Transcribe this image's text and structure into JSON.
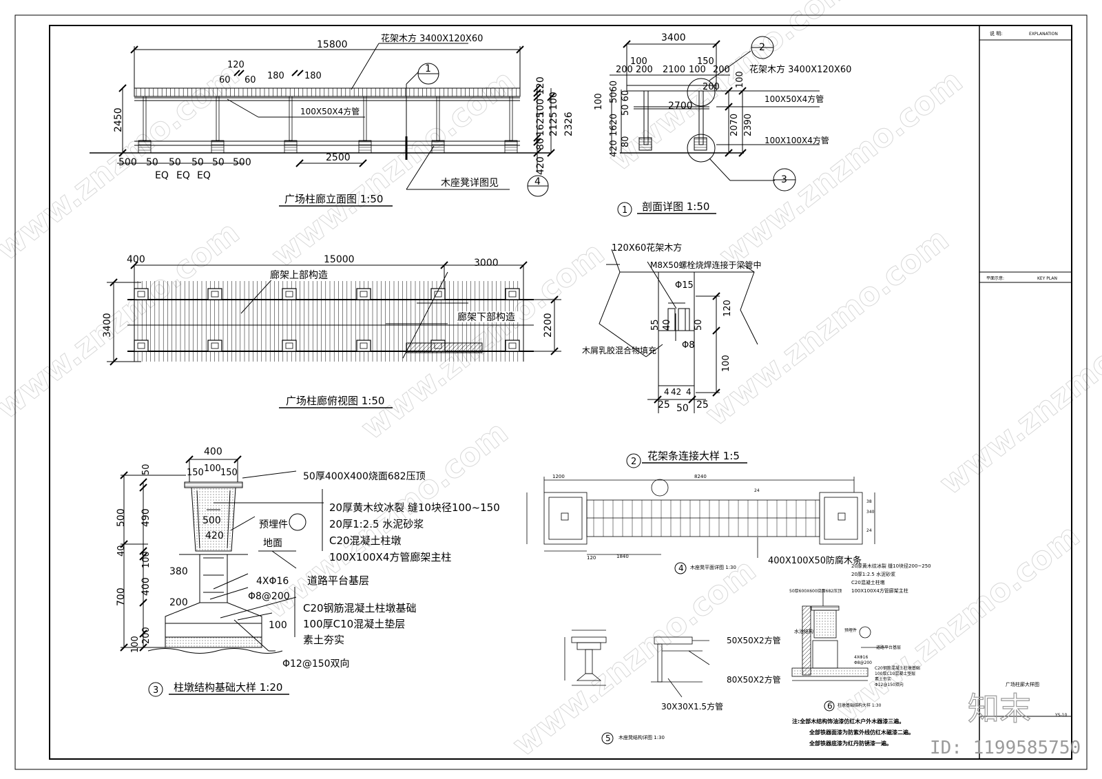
{
  "sheet": {
    "title_block": {
      "label_note": "说 明:",
      "label_explanation": "EXPLANATION",
      "label_keyplan_cn": "平面示意:",
      "label_keyplan_en": "KEY PLAN",
      "drawing_name": "广场柱廊大样图",
      "sheet_no": "YS-10"
    },
    "watermark": {
      "text": "www.znzmo.com",
      "logo": "知末",
      "id": "ID: 1199585750"
    }
  },
  "elevation": {
    "title": "广场柱廊立面图 1:50",
    "dim_total": "15800",
    "beam_label": "花架木方 3400X120X60",
    "pipe_label": "100X50X4方管",
    "d120": "120",
    "d60a": "60",
    "d60b": "60",
    "d180a": "180",
    "d180b": "180",
    "d2450": "2450",
    "d2500": "2500",
    "bottom_dims": [
      "500",
      "50",
      "50",
      "50",
      "50",
      "500"
    ],
    "eq": [
      "EQ",
      "EQ",
      "EQ"
    ],
    "right_dims": [
      "120",
      "100",
      "1625",
      "80",
      "2125",
      "100",
      "2326"
    ],
    "d420": "420",
    "bench_note": "木座凳详图见",
    "callout1": "1",
    "callout4": "4"
  },
  "section": {
    "title": "剖面详图 1:50",
    "num": "1",
    "d3400": "3400",
    "top_dims": [
      "100",
      "200",
      "200",
      "2100",
      "100",
      "150",
      "200"
    ],
    "d2700": "2700",
    "d200": "200",
    "beam_label": "花架木方 3400X120X60",
    "pipe_label": "100X50X4方管",
    "post_label": "100X100X4方管",
    "left_dims": [
      "100",
      "5060",
      "50 60",
      "1620",
      "80",
      "420"
    ],
    "d100": "100",
    "right_dims": [
      "2070",
      "2390"
    ],
    "callout2": "2",
    "callout3": "3"
  },
  "plan": {
    "title": "广场柱廊俯视图 1:50",
    "d400": "400",
    "d15000": "15000",
    "d3000": "3000",
    "d3400": "3400",
    "d2200": "2200",
    "upper_label": "廊架上部构造",
    "lower_label": "廊架下部构造"
  },
  "detail2": {
    "title": "花架条连接大样 1:5",
    "num": "2",
    "timber": "120X60花架木方",
    "bolt": "M8X50螺栓烧焊连接于梁管中",
    "phi15": "Φ15",
    "d120": "120",
    "d55": "55",
    "d40": "40",
    "d50": "50",
    "phi8": "Φ8",
    "d100": "100",
    "filler": "木屑乳胶混合物填充",
    "bottom_dims": [
      "4",
      "42",
      "4"
    ],
    "d25a": "25",
    "d50b": "50",
    "d25b": "25"
  },
  "detail3": {
    "title": "柱墩结构基础大样 1:20",
    "num": "3",
    "top_dims": [
      "400",
      "150",
      "100",
      "150"
    ],
    "left_dims": [
      "50",
      "500",
      "490",
      "40",
      "100",
      "700",
      "400",
      "200",
      "100"
    ],
    "inner_dims": [
      "500",
      "420",
      "380",
      "200",
      "100"
    ],
    "cap": "50厚400X400烧面682压顶",
    "layers": [
      "20厚黄木纹冰裂 缝10块径100~150",
      "20厚1:2.5 水泥砂浆",
      "C20混凝土柱墩",
      "100X100X4方管廊架主柱"
    ],
    "embed": "预埋件",
    "ground": "地面",
    "base": "道路平台基层",
    "rebar1": "4XΦ16",
    "rebar2": "Φ8@200",
    "found": [
      "C20钢筋混凝土柱墩基础",
      "100厚C10混凝土垫层",
      "素土夯实"
    ],
    "rebar3": "Φ12@150双向"
  },
  "detail4": {
    "title": "木座凳平面详图 1:30",
    "num": "4",
    "timber": "400X100X50防腐木条",
    "dims": [
      "1200",
      "8240",
      "1840",
      "120",
      "24",
      "38",
      "340",
      "24"
    ]
  },
  "detail5": {
    "title": "木座凳结构详图 1:30",
    "num": "5",
    "pipe1": "50X50X2方管",
    "pipe2": "80X50X2方管",
    "pipe3": "30X30X1.5方管"
  },
  "detail6": {
    "title": "柱墩基础结构大样 1:30",
    "num": "6",
    "cap": "50厚600X600烧面682压顶",
    "layers": [
      "20厚黄木纹冰裂 缝10块径200~250",
      "20厚1:2.5 水泥砂浆",
      "C20混凝土柱墩",
      "100X100X4方管廊架主柱"
    ],
    "pool": "水池结构",
    "embed": "预埋件",
    "base": "道路平台基层",
    "found": [
      "4XΦ16",
      "Φ8@200",
      "C20钢筋混凝土柱墩基础",
      "100厚C10混凝土垫层",
      "素土夯实",
      "Φ12@150双向"
    ]
  },
  "notes": [
    "注:全部木结构饰油漆仿红木户外木器漆三遍。",
    "全部铁器面漆为防紫外线仿红木磁漆二遍。",
    "全部铁器底漆为红丹防锈漆一遍。"
  ]
}
